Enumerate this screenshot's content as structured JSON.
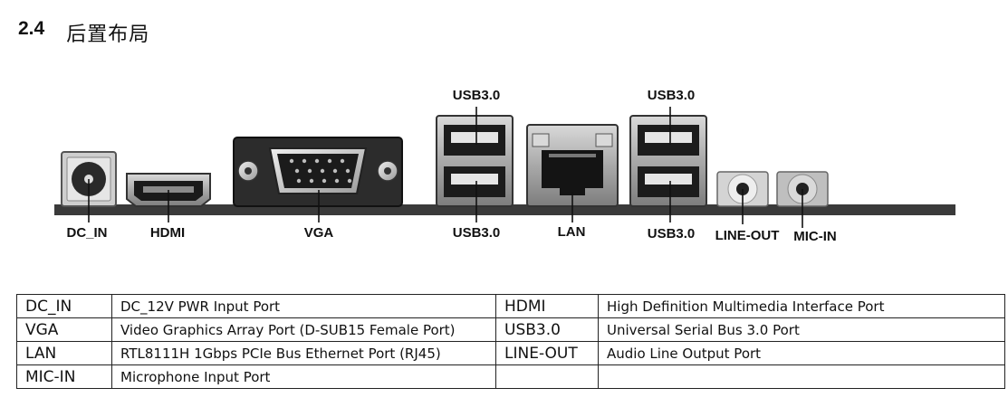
{
  "section": {
    "number": "2.4",
    "title": "后置布局"
  },
  "ports": {
    "dc_in": "DC_IN",
    "hdmi": "HDMI",
    "vga": "VGA",
    "usb_top_left": "USB3.0",
    "usb_bottom_left": "USB3.0",
    "lan": "LAN",
    "usb_top_right": "USB3.0",
    "usb_bottom_right": "USB3.0",
    "line_out": "LINE-OUT",
    "mic_in": "MIC-IN"
  },
  "table": {
    "rows": [
      [
        "DC_IN",
        "DC_12V PWR Input Port",
        "HDMI",
        "High Definition Multimedia Interface Port"
      ],
      [
        "VGA",
        "Video Graphics Array Port (D-SUB15 Female Port)",
        "USB3.0",
        "Universal Serial Bus 3.0 Port"
      ],
      [
        "LAN",
        "RTL8111H 1Gbps PCIe Bus Ethernet Port (RJ45)",
        "LINE-OUT",
        "Audio Line Output Port"
      ],
      [
        "MIC-IN",
        "Microphone Input Port",
        "",
        ""
      ]
    ]
  }
}
